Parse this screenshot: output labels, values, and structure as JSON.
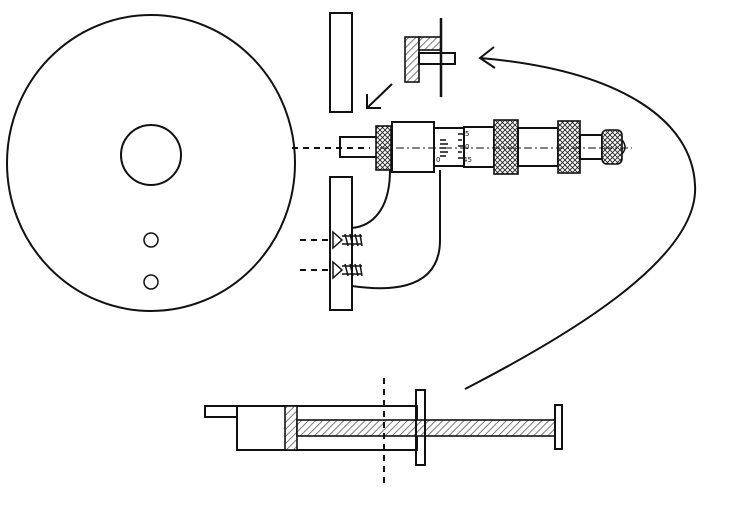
{
  "micrometer_scale": {
    "top": "5",
    "middle": "0",
    "bottom": "45",
    "sleeve_zero": "0"
  },
  "colors": {
    "line": "#111111",
    "hatch": "#7a7a7a",
    "background": "#ffffff"
  }
}
